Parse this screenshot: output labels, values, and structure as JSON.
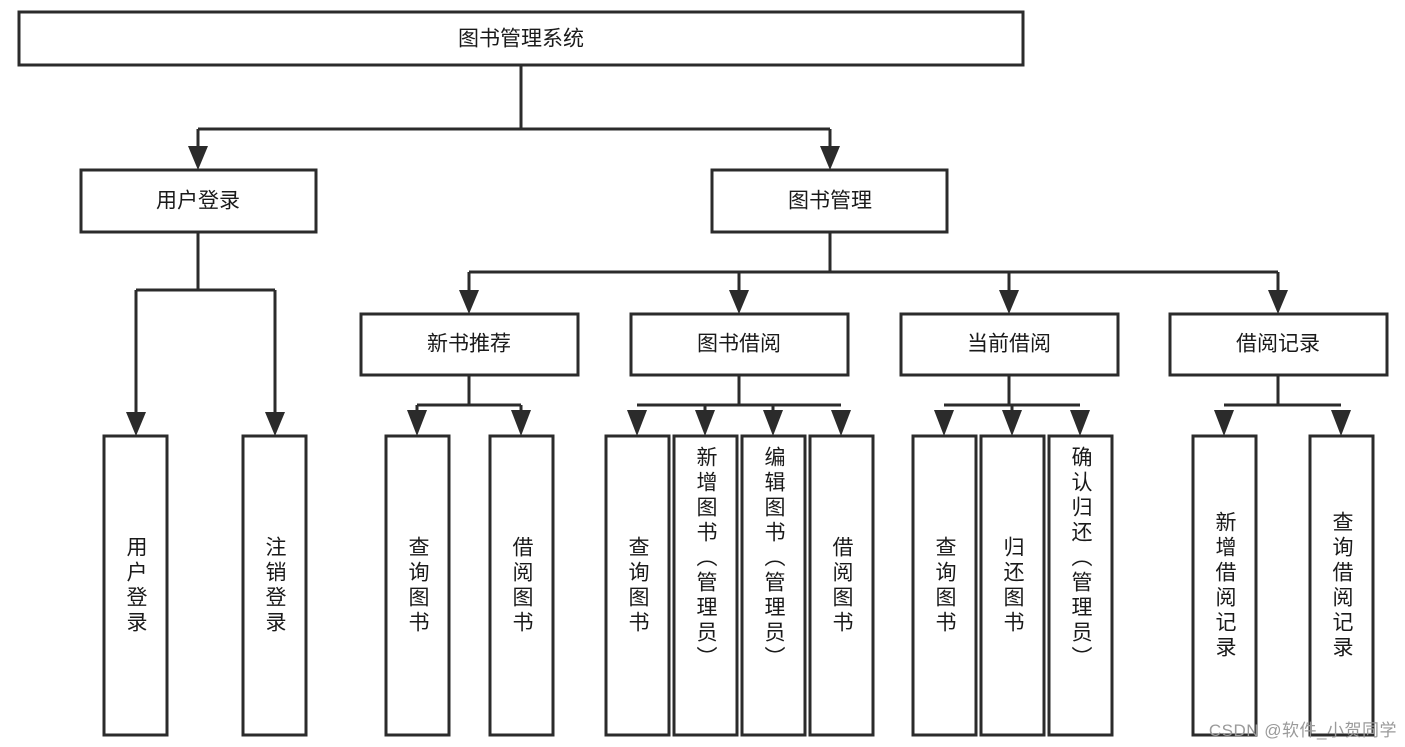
{
  "diagram": {
    "type": "tree-hierarchy-chart",
    "title_node": {
      "id": "root",
      "label": "图书管理系统"
    },
    "level2": [
      {
        "id": "user-login",
        "label": "用户登录"
      },
      {
        "id": "book-manage",
        "label": "图书管理"
      }
    ],
    "level3": [
      {
        "id": "new-book-recommend",
        "label": "新书推荐",
        "parent": "book-manage"
      },
      {
        "id": "book-borrow",
        "label": "图书借阅",
        "parent": "book-manage"
      },
      {
        "id": "current-borrow",
        "label": "当前借阅",
        "parent": "book-manage"
      },
      {
        "id": "borrow-record",
        "label": "借阅记录",
        "parent": "book-manage"
      }
    ],
    "leaves": [
      {
        "id": "leaf-user-login",
        "label": "用户登录",
        "parent": "user-login"
      },
      {
        "id": "leaf-user-logout",
        "label": "注销登录",
        "parent": "user-login"
      },
      {
        "id": "leaf-query-book-1",
        "label": "查询图书",
        "parent": "new-book-recommend"
      },
      {
        "id": "leaf-borrow-book-1",
        "label": "借阅图书",
        "parent": "new-book-recommend"
      },
      {
        "id": "leaf-query-book-2",
        "label": "查询图书",
        "parent": "book-borrow"
      },
      {
        "id": "leaf-add-book",
        "label": "新增图书（管理员）",
        "parent": "book-borrow"
      },
      {
        "id": "leaf-edit-book",
        "label": "编辑图书（管理员）",
        "parent": "book-borrow"
      },
      {
        "id": "leaf-borrow-book-2",
        "label": "借阅图书",
        "parent": "book-borrow"
      },
      {
        "id": "leaf-query-book-3",
        "label": "查询图书",
        "parent": "current-borrow"
      },
      {
        "id": "leaf-return-book",
        "label": "归还图书",
        "parent": "current-borrow"
      },
      {
        "id": "leaf-confirm-return",
        "label": "确认归还（管理员）",
        "parent": "current-borrow"
      },
      {
        "id": "leaf-add-record",
        "label": "新增借阅记录",
        "parent": "borrow-record"
      },
      {
        "id": "leaf-query-record",
        "label": "查询借阅记录",
        "parent": "borrow-record"
      }
    ],
    "colors": {
      "stroke": "#2b2b2b",
      "fill": "#ffffff",
      "text": "#1a1a1a",
      "background": "#ffffff",
      "watermark": "#9a9a9a"
    }
  },
  "watermark": {
    "text": "CSDN @软件_小贺同学"
  }
}
